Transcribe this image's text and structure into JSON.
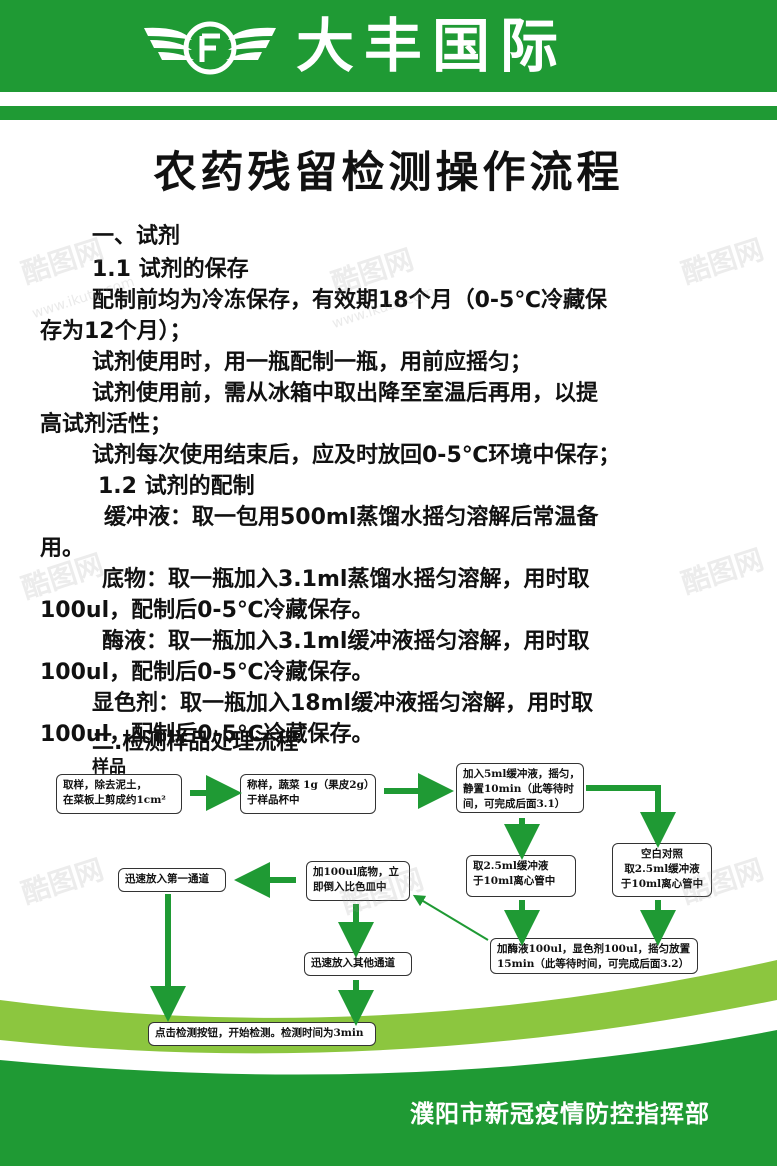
{
  "brand": {
    "name": "大丰国际",
    "colors": {
      "green": "#1f9a34",
      "light_green": "#8cc63f",
      "white": "#ffffff"
    }
  },
  "title": "农药残留检测操作流程",
  "section1": {
    "heading": "一、试剂",
    "sub1": "1.1 试剂的保存",
    "p1a": "配制前均为冷冻保存，有效期18个月（0-5℃冷藏保",
    "p1b": "存为12个月）；",
    "p2": "试剂使用时，用一瓶配制一瓶，用前应摇匀；",
    "p3a": "试剂使用前，需从冰箱中取出降至室温后再用，以提",
    "p3b": "高试剂活性；",
    "p4": "试剂每次使用结束后，应及时放回0-5℃环境中保存；",
    "sub2": "1.2  试剂的配制",
    "p5a": "缓冲液：取一包用500ml蒸馏水摇匀溶解后常温备",
    "p5b": "用。",
    "p6a": "底物：取一瓶加入3.1ml蒸馏水摇匀溶解，用时取",
    "p6b": "100ul，配制后0-5℃冷藏保存。",
    "p7a": "酶液：取一瓶加入3.1ml缓冲液摇匀溶解，用时取",
    "p7b": "100ul，配制后0-5℃冷藏保存。",
    "p8a": "显色剂：取一瓶加入18ml缓冲液摇匀溶解，用时取",
    "p8b": "100ul，配制后0-5℃冷藏保存。"
  },
  "section2": {
    "heading": "二.检测样品处理流程",
    "sample_label": "样品"
  },
  "flow": {
    "step1": "取样，除去泥土，\n在菜板上剪成约1cm²",
    "step2": "称样，蔬菜 1g（果皮2g）\n于样品杯中",
    "step3": "加入5ml缓冲液，摇匀，\n静置10min（此等待时\n间，可完成后面3.1）",
    "step4": "取2.5ml缓冲液\n于10ml离心管中",
    "blank_label": "空白对照",
    "step4b": "取2.5ml缓冲液\n于10ml离心管中",
    "step5": "加酶液100ul，显色剂100ul，摇匀放置\n15min（此等待时间，可完成后面3.2）",
    "step6": "加100ul底物，立\n即倒入比色皿中",
    "step7": "迅速放入第一通道",
    "step8": "迅速放入其他通道",
    "step9": "点击检测按钮，开始检测。检测时间为3min"
  },
  "footer": {
    "text": "濮阳市新冠疫情防控指挥部"
  },
  "watermark": {
    "brand": "酷图网",
    "url": "www.ikutu.com"
  }
}
